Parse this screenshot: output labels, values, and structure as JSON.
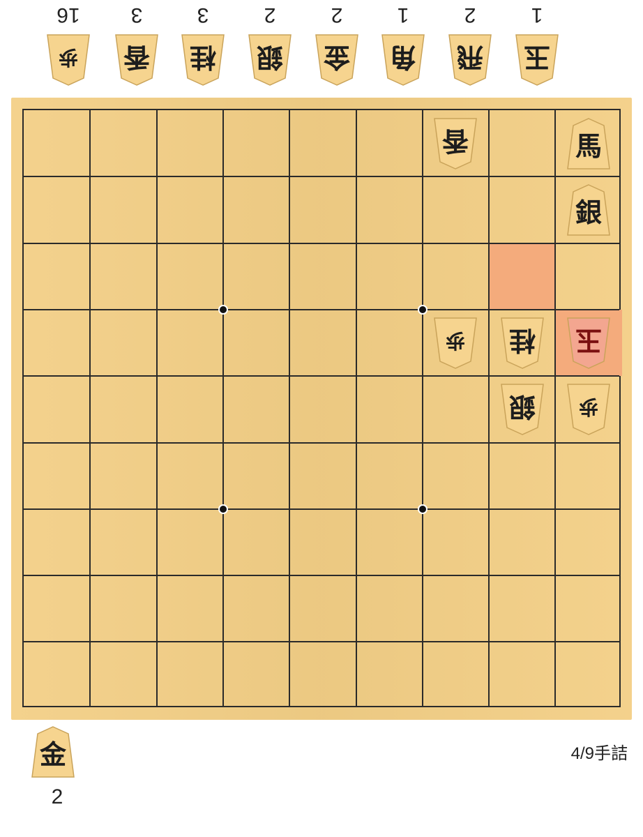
{
  "opponent_hand": [
    {
      "piece": "玉",
      "count": "1"
    },
    {
      "piece": "飛",
      "count": "2"
    },
    {
      "piece": "角",
      "count": "1"
    },
    {
      "piece": "金",
      "count": "2"
    },
    {
      "piece": "銀",
      "count": "2"
    },
    {
      "piece": "桂",
      "count": "3"
    },
    {
      "piece": "香",
      "count": "3"
    },
    {
      "piece": "歩",
      "count": "16"
    }
  ],
  "board_pieces": [
    {
      "piece": "馬",
      "col": 8,
      "row": 0,
      "side": "sente",
      "name": "horse"
    },
    {
      "piece": "香",
      "col": 6,
      "row": 0,
      "side": "gote",
      "name": "lance"
    },
    {
      "piece": "銀",
      "col": 8,
      "row": 1,
      "side": "sente",
      "name": "silver"
    },
    {
      "piece": "玉",
      "col": 8,
      "row": 3,
      "side": "gote",
      "name": "king"
    },
    {
      "piece": "桂",
      "col": 7,
      "row": 3,
      "side": "gote",
      "name": "knight"
    },
    {
      "piece": "歩",
      "col": 6,
      "row": 3,
      "side": "gote",
      "name": "pawn"
    },
    {
      "piece": "銀",
      "col": 7,
      "row": 4,
      "side": "gote",
      "name": "silver"
    },
    {
      "piece": "歩",
      "col": 8,
      "row": 4,
      "side": "gote",
      "name": "pawn"
    }
  ],
  "highlight_squares": [
    {
      "col": 7,
      "row": 2,
      "color": "#f4ab7c"
    },
    {
      "col": 8,
      "row": 3,
      "color": "#f4ab7c"
    }
  ],
  "my_hand": {
    "piece": "金",
    "count": "2"
  },
  "status_text": "4/9手詰",
  "colors": {
    "board": "#f3cf86",
    "piece": "#f6d48f",
    "highlight": "#f4ab7c",
    "king_piece": "#f3a690"
  }
}
